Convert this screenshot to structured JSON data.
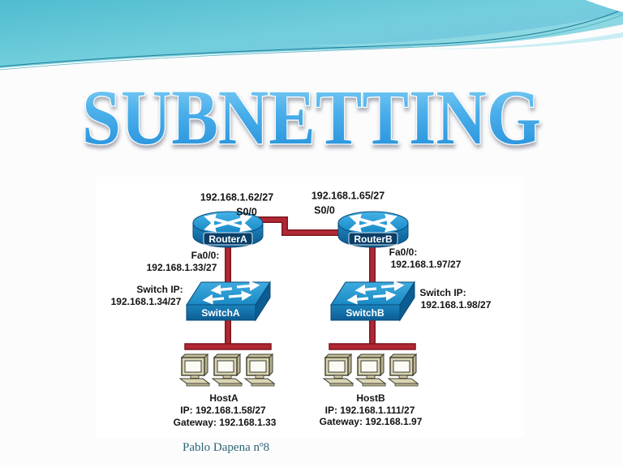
{
  "slide": {
    "title": "SUBNETTING",
    "footer": "Pablo Dapena nº8"
  },
  "diagram": {
    "router_a": {
      "name": "RouterA",
      "serial_if": "S0/0",
      "serial_ip": "192.168.1.62/27",
      "lan_if": "Fa0/0:",
      "lan_ip": "192.168.1.33/27"
    },
    "router_b": {
      "name": "RouterB",
      "serial_if": "S0/0",
      "serial_ip": "192.168.1.65/27",
      "lan_if": "Fa0/0:",
      "lan_ip": "192.168.1.97/27"
    },
    "switch_a": {
      "name": "SwitchA",
      "ip_label": "Switch IP:",
      "ip": "192.168.1.34/27"
    },
    "switch_b": {
      "name": "SwitchB",
      "ip_label": "Switch IP:",
      "ip": "192.168.1.98/27"
    },
    "host_a": {
      "name": "HostA",
      "ip": "IP: 192.168.1.58/27",
      "gateway": "Gateway: 192.168.1.33"
    },
    "host_b": {
      "name": "HostB",
      "ip": "IP: 192.168.1.111/27",
      "gateway": "Gateway: 192.168.1.97"
    }
  },
  "colors": {
    "banner_teal": "#52bfd1",
    "title_blue_top": "#7fd0f4",
    "title_blue_bottom": "#1f8cd8",
    "link_red": "#b02833",
    "link_red_dark": "#7f151d",
    "device_blue_top": "#2e9fd9",
    "device_blue_dark": "#0d6096",
    "host_beige": "#dad5b2",
    "footer_teal": "#2c6475"
  }
}
